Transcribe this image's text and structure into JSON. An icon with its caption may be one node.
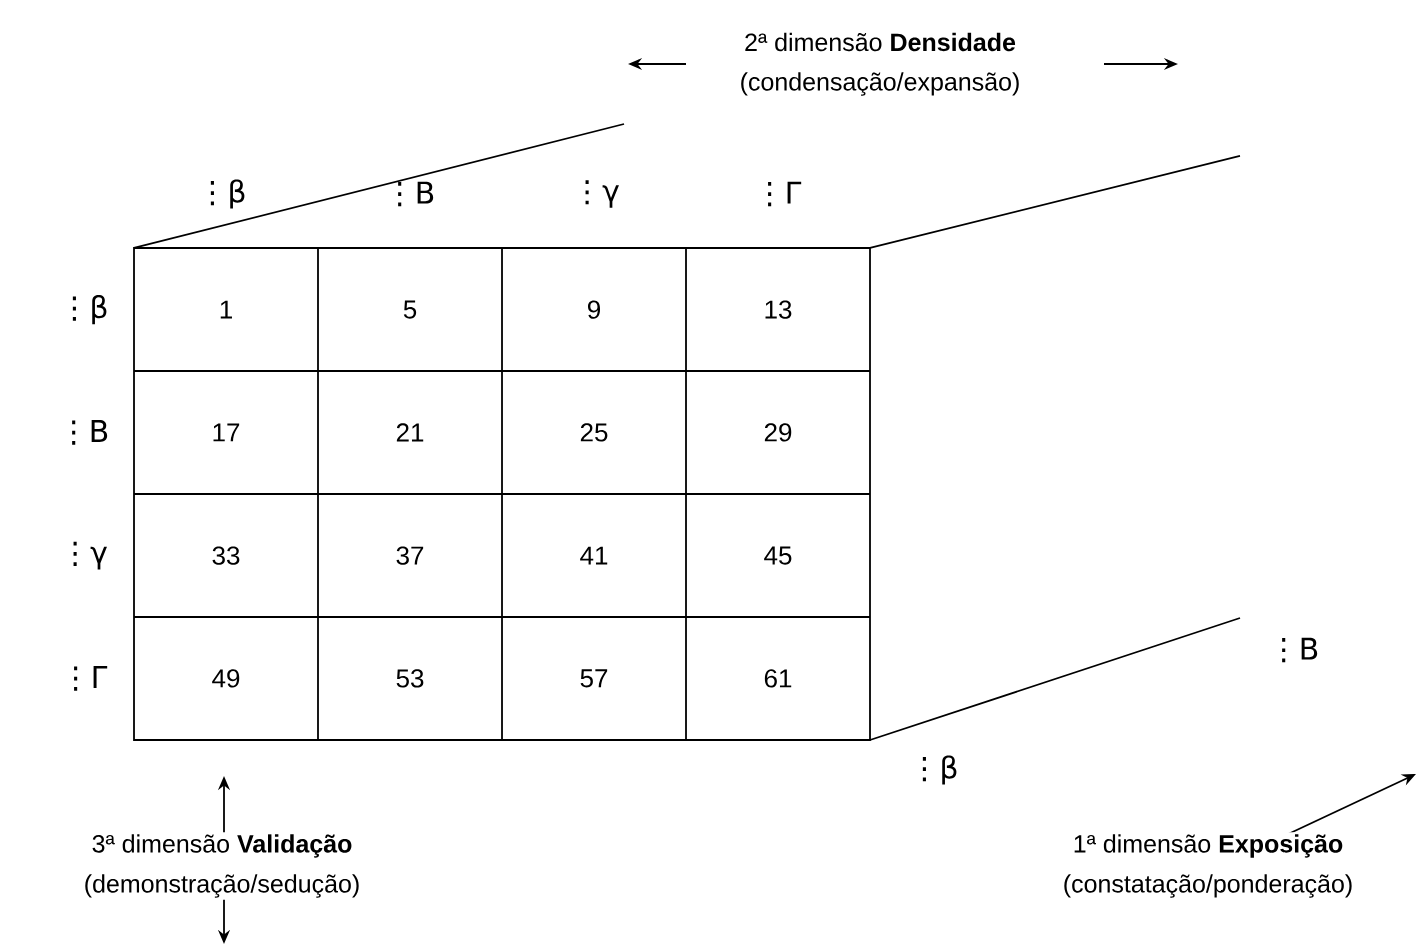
{
  "diagram": {
    "labels": [
      "2ª dimensão **Densidade**",
      "(condensação/expansão)",
      "⋮β",
      "⋮Β",
      "⋮γ",
      "⋮Γ",
      "⋮β",
      "1",
      "5",
      "9",
      "13",
      "⋮Β",
      "17",
      "21",
      "25",
      "29",
      "⋮γ",
      "33",
      "37",
      "41",
      "45",
      "⋮Γ",
      "49",
      "53",
      "57",
      "61",
      "⋮Β",
      "⋮β",
      "3ª dimensão **Validação**",
      "1ª dimensão **Exposição**",
      "(demonstração/sedução)",
      "(constatação/ponderação)"
    ]
  }
}
